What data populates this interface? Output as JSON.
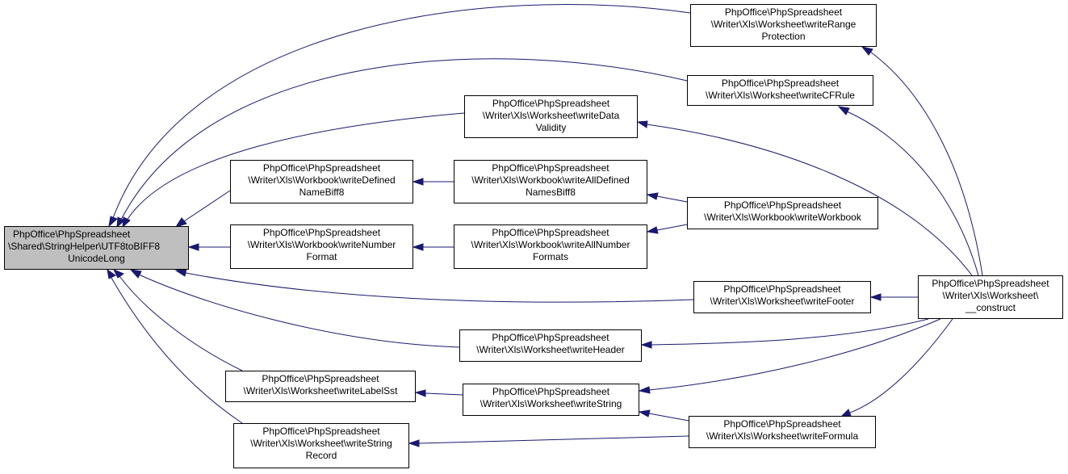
{
  "diagram": {
    "edge_color": "#191970",
    "root_fill": "#bfbfbf",
    "nodes": {
      "root": [
        "PhpOffice\\PhpSpreadsheet",
        "\\Shared\\StringHelper\\UTF8toBIFF8",
        "UnicodeLong"
      ],
      "writeRangeProtection": [
        "PhpOffice\\PhpSpreadsheet",
        "\\Writer\\Xls\\Worksheet\\writeRange",
        "Protection"
      ],
      "writeCFRule": [
        "PhpOffice\\PhpSpreadsheet",
        "\\Writer\\Xls\\Worksheet\\writeCFRule"
      ],
      "writeDataValidity": [
        "PhpOffice\\PhpSpreadsheet",
        "\\Writer\\Xls\\Worksheet\\writeData",
        "Validity"
      ],
      "writeDefinedNameBiff8": [
        "PhpOffice\\PhpSpreadsheet",
        "\\Writer\\Xls\\Workbook\\writeDefined",
        "NameBiff8"
      ],
      "writeAllDefinedNamesBiff8": [
        "PhpOffice\\PhpSpreadsheet",
        "\\Writer\\Xls\\Workbook\\writeAllDefined",
        "NamesBiff8"
      ],
      "writeWorkbook": [
        "PhpOffice\\PhpSpreadsheet",
        "\\Writer\\Xls\\Workbook\\writeWorkbook"
      ],
      "writeNumberFormat": [
        "PhpOffice\\PhpSpreadsheet",
        "\\Writer\\Xls\\Workbook\\writeNumber",
        "Format"
      ],
      "writeAllNumberFormats": [
        "PhpOffice\\PhpSpreadsheet",
        "\\Writer\\Xls\\Workbook\\writeAllNumber",
        "Formats"
      ],
      "construct": [
        "PhpOffice\\PhpSpreadsheet",
        "\\Writer\\Xls\\Worksheet\\",
        "__construct"
      ],
      "writeFooter": [
        "PhpOffice\\PhpSpreadsheet",
        "\\Writer\\Xls\\Worksheet\\writeFooter"
      ],
      "writeHeader": [
        "PhpOffice\\PhpSpreadsheet",
        "\\Writer\\Xls\\Worksheet\\writeHeader"
      ],
      "writeLabelSst": [
        "PhpOffice\\PhpSpreadsheet",
        "\\Writer\\Xls\\Worksheet\\writeLabelSst"
      ],
      "writeString": [
        "PhpOffice\\PhpSpreadsheet",
        "\\Writer\\Xls\\Worksheet\\writeString"
      ],
      "writeFormula": [
        "PhpOffice\\PhpSpreadsheet",
        "\\Writer\\Xls\\Worksheet\\writeFormula"
      ],
      "writeStringRecord": [
        "PhpOffice\\PhpSpreadsheet",
        "\\Writer\\Xls\\Worksheet\\writeString",
        "Record"
      ]
    },
    "edges": [
      {
        "from": "writeRangeProtection",
        "to": "root"
      },
      {
        "from": "writeCFRule",
        "to": "root"
      },
      {
        "from": "writeDataValidity",
        "to": "root"
      },
      {
        "from": "writeDefinedNameBiff8",
        "to": "root"
      },
      {
        "from": "writeNumberFormat",
        "to": "root"
      },
      {
        "from": "writeFooter",
        "to": "root"
      },
      {
        "from": "writeHeader",
        "to": "root"
      },
      {
        "from": "writeLabelSst",
        "to": "root"
      },
      {
        "from": "writeStringRecord",
        "to": "root"
      },
      {
        "from": "writeAllDefinedNamesBiff8",
        "to": "writeDefinedNameBiff8"
      },
      {
        "from": "writeAllNumberFormats",
        "to": "writeNumberFormat"
      },
      {
        "from": "writeWorkbook",
        "to": "writeAllDefinedNamesBiff8"
      },
      {
        "from": "writeWorkbook",
        "to": "writeAllNumberFormats"
      },
      {
        "from": "construct",
        "to": "writeRangeProtection"
      },
      {
        "from": "construct",
        "to": "writeCFRule"
      },
      {
        "from": "construct",
        "to": "writeDataValidity"
      },
      {
        "from": "construct",
        "to": "writeFooter"
      },
      {
        "from": "construct",
        "to": "writeHeader"
      },
      {
        "from": "construct",
        "to": "writeString"
      },
      {
        "from": "construct",
        "to": "writeFormula"
      },
      {
        "from": "writeString",
        "to": "writeLabelSst"
      },
      {
        "from": "writeFormula",
        "to": "writeString"
      },
      {
        "from": "writeFormula",
        "to": "writeStringRecord"
      }
    ]
  }
}
